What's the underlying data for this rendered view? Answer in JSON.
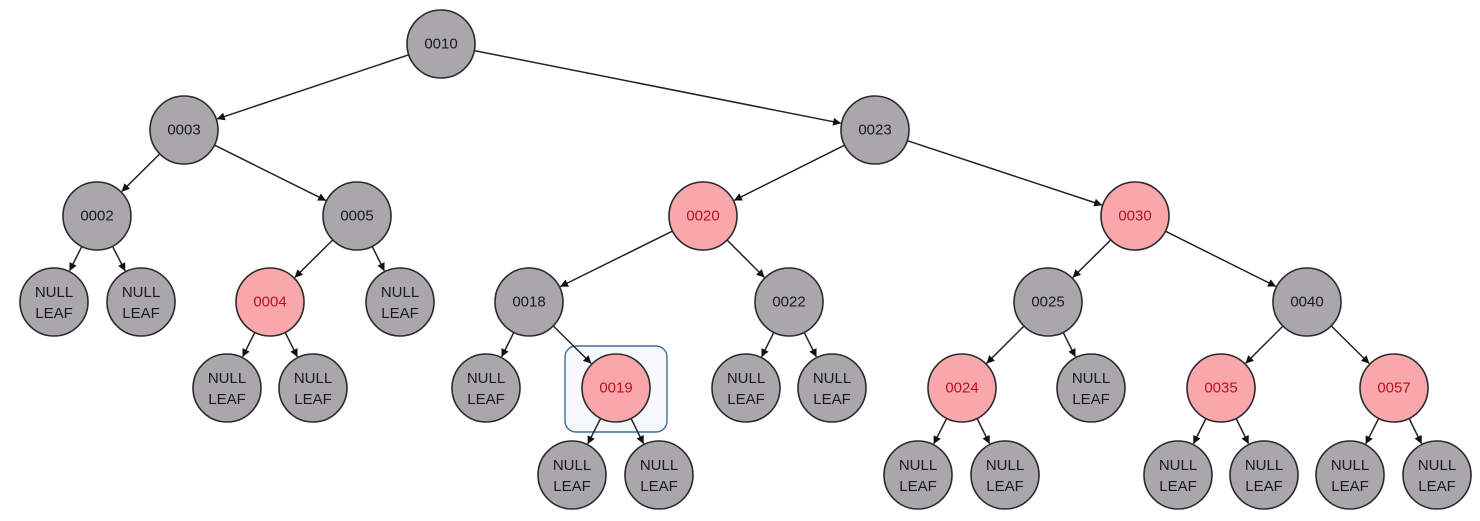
{
  "colors": {
    "black_node_fill": "#a9a7ab",
    "red_node_fill": "#f9a7ab",
    "red_node_stroke": "#c1343b",
    "black_text": "#1a1a1a",
    "red_text": "#b8141d",
    "edge": "#222222",
    "selection_stroke": "#3e6f96"
  },
  "tree": {
    "nodes": [
      {
        "id": "n10",
        "label": "0010",
        "color": "black"
      },
      {
        "id": "n3",
        "label": "0003",
        "color": "black"
      },
      {
        "id": "n23",
        "label": "0023",
        "color": "black"
      },
      {
        "id": "n2",
        "label": "0002",
        "color": "black"
      },
      {
        "id": "n5",
        "label": "0005",
        "color": "black"
      },
      {
        "id": "n20",
        "label": "0020",
        "color": "red"
      },
      {
        "id": "n30",
        "label": "0030",
        "color": "red"
      },
      {
        "id": "l2a",
        "label": "NULL LEAF",
        "color": "black"
      },
      {
        "id": "l2b",
        "label": "NULL LEAF",
        "color": "black"
      },
      {
        "id": "n4",
        "label": "0004",
        "color": "red"
      },
      {
        "id": "l5b",
        "label": "NULL LEAF",
        "color": "black"
      },
      {
        "id": "n18",
        "label": "0018",
        "color": "black"
      },
      {
        "id": "n22",
        "label": "0022",
        "color": "black"
      },
      {
        "id": "n25",
        "label": "0025",
        "color": "black"
      },
      {
        "id": "n40",
        "label": "0040",
        "color": "black"
      },
      {
        "id": "l4a",
        "label": "NULL LEAF",
        "color": "black"
      },
      {
        "id": "l4b",
        "label": "NULL LEAF",
        "color": "black"
      },
      {
        "id": "l18a",
        "label": "NULL LEAF",
        "color": "black"
      },
      {
        "id": "n19",
        "label": "0019",
        "color": "red",
        "selected": true
      },
      {
        "id": "l22a",
        "label": "NULL LEAF",
        "color": "black"
      },
      {
        "id": "l22b",
        "label": "NULL LEAF",
        "color": "black"
      },
      {
        "id": "n24",
        "label": "0024",
        "color": "red"
      },
      {
        "id": "l25b",
        "label": "NULL LEAF",
        "color": "black"
      },
      {
        "id": "n35",
        "label": "0035",
        "color": "red"
      },
      {
        "id": "n57",
        "label": "0057",
        "color": "red"
      },
      {
        "id": "l19a",
        "label": "NULL LEAF",
        "color": "black"
      },
      {
        "id": "l19b",
        "label": "NULL LEAF",
        "color": "black"
      },
      {
        "id": "l24a",
        "label": "NULL LEAF",
        "color": "black"
      },
      {
        "id": "l24b",
        "label": "NULL LEAF",
        "color": "black"
      },
      {
        "id": "l35a",
        "label": "NULL LEAF",
        "color": "black"
      },
      {
        "id": "l35b",
        "label": "NULL LEAF",
        "color": "black"
      },
      {
        "id": "l57a",
        "label": "NULL LEAF",
        "color": "black"
      },
      {
        "id": "l57b",
        "label": "NULL LEAF",
        "color": "black"
      }
    ],
    "edges": [
      [
        "n10",
        "n3"
      ],
      [
        "n10",
        "n23"
      ],
      [
        "n3",
        "n2"
      ],
      [
        "n3",
        "n5"
      ],
      [
        "n23",
        "n20"
      ],
      [
        "n23",
        "n30"
      ],
      [
        "n2",
        "l2a"
      ],
      [
        "n2",
        "l2b"
      ],
      [
        "n5",
        "n4"
      ],
      [
        "n5",
        "l5b"
      ],
      [
        "n4",
        "l4a"
      ],
      [
        "n4",
        "l4b"
      ],
      [
        "n20",
        "n18"
      ],
      [
        "n20",
        "n22"
      ],
      [
        "n18",
        "l18a"
      ],
      [
        "n18",
        "n19"
      ],
      [
        "n19",
        "l19a"
      ],
      [
        "n19",
        "l19b"
      ],
      [
        "n22",
        "l22a"
      ],
      [
        "n22",
        "l22b"
      ],
      [
        "n30",
        "n25"
      ],
      [
        "n30",
        "n40"
      ],
      [
        "n25",
        "n24"
      ],
      [
        "n25",
        "l25b"
      ],
      [
        "n24",
        "l24a"
      ],
      [
        "n24",
        "l24b"
      ],
      [
        "n40",
        "n35"
      ],
      [
        "n40",
        "n57"
      ],
      [
        "n35",
        "l35a"
      ],
      [
        "n35",
        "l35b"
      ],
      [
        "n57",
        "l57a"
      ],
      [
        "n57",
        "l57b"
      ]
    ]
  }
}
